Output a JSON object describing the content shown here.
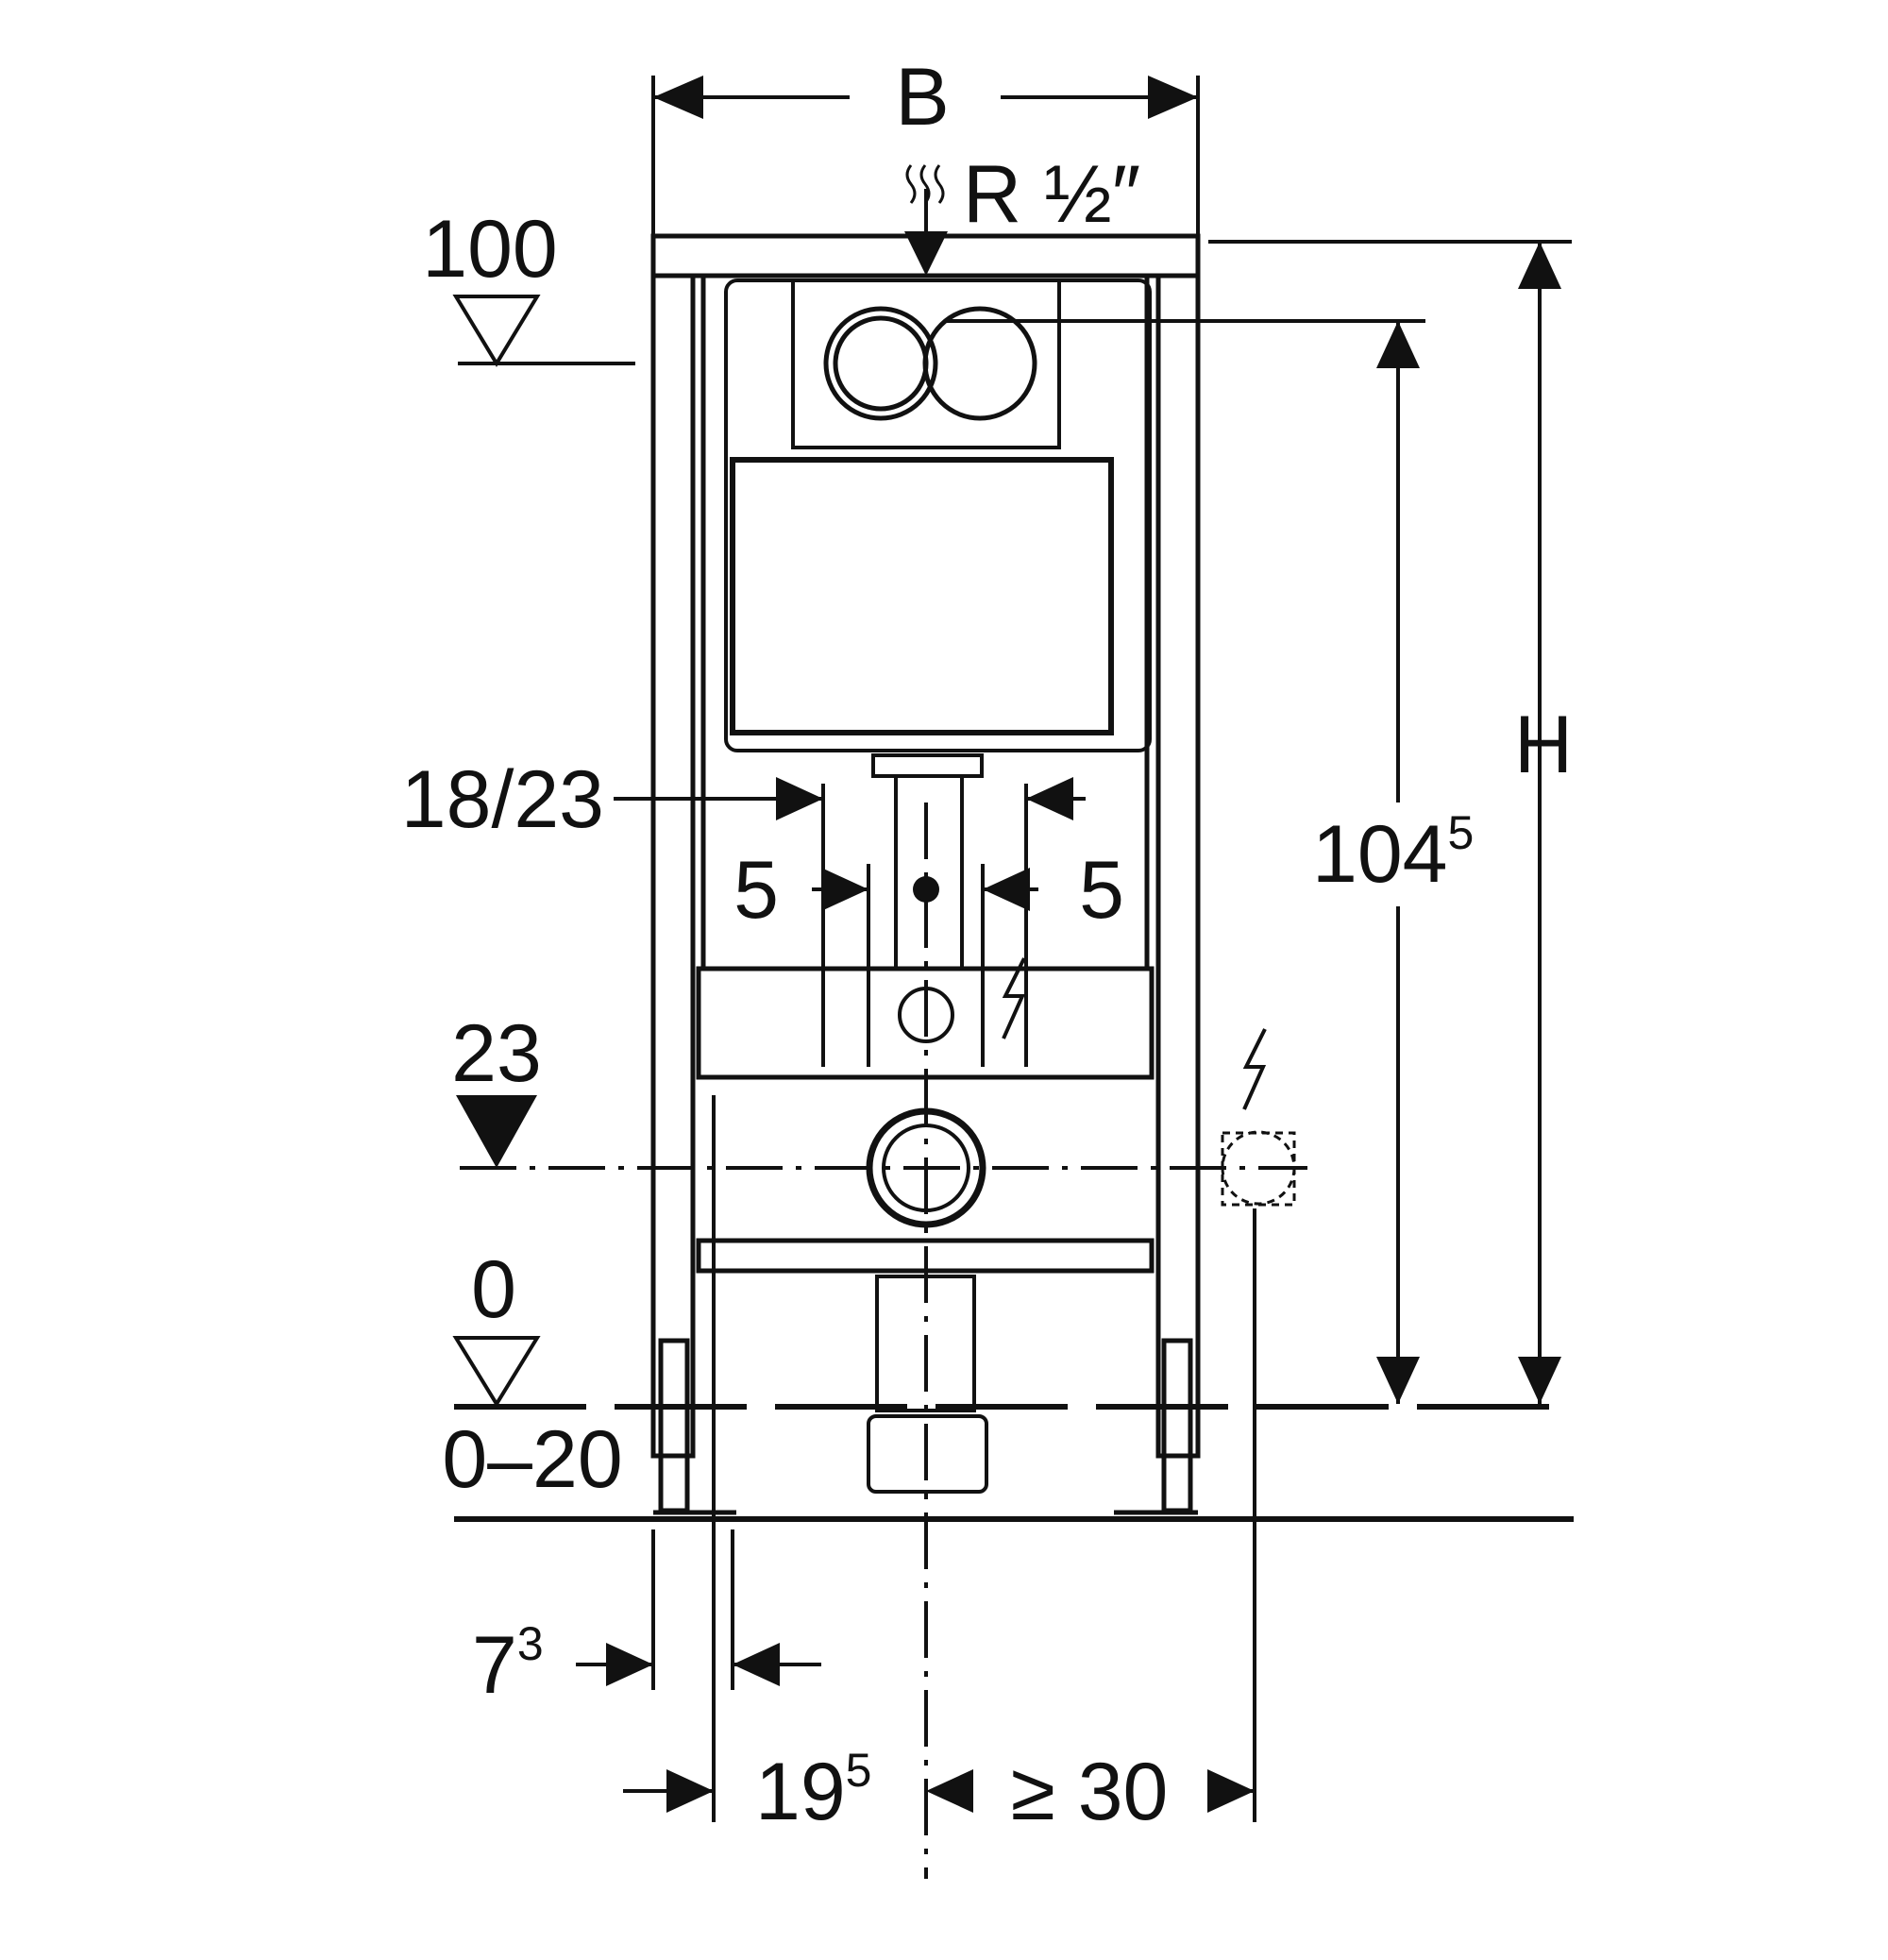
{
  "title": "Installation element dimension drawing",
  "labels": {
    "width": "B",
    "height": "H",
    "water_connection": "R ½″",
    "level_100": "100",
    "level_23": "23",
    "level_0": "0",
    "floor_range": "0–20",
    "offset_18_23": "18/23",
    "offset_5_left": "5",
    "offset_5_right": "5",
    "height_104_base": "104",
    "height_104_sup": "5",
    "depth_7_base": "7",
    "depth_7_sup": "3",
    "depth_19_base": "19",
    "depth_19_sup": "5",
    "min_distance": "≥ 30"
  },
  "colors": {
    "line": "#111111",
    "background": "#ffffff"
  }
}
